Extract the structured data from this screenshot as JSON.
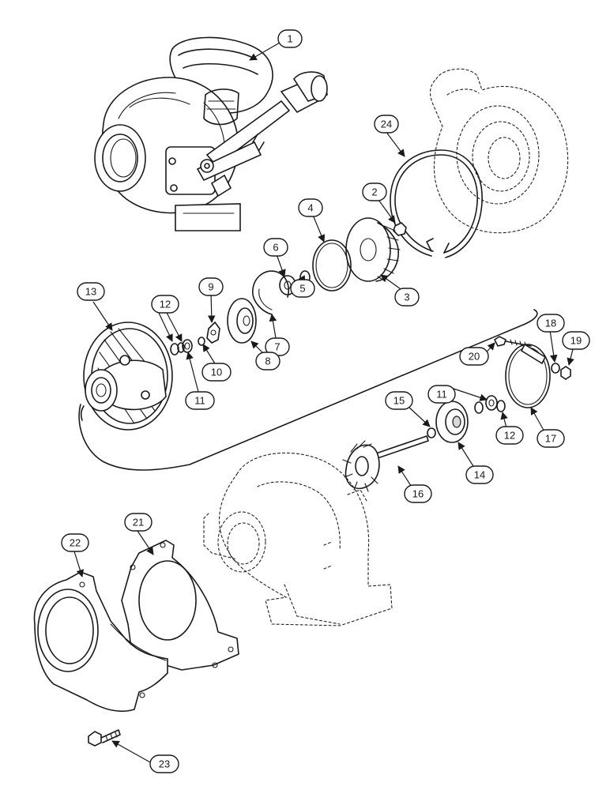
{
  "diagram": {
    "callouts": [
      "1",
      "2",
      "3",
      "4",
      "5",
      "6",
      "7",
      "8",
      "9",
      "10",
      "11",
      "12",
      "13",
      "14",
      "15",
      "16",
      "17",
      "18",
      "19",
      "20",
      "11",
      "12",
      "21",
      "22",
      "23",
      "24"
    ]
  }
}
